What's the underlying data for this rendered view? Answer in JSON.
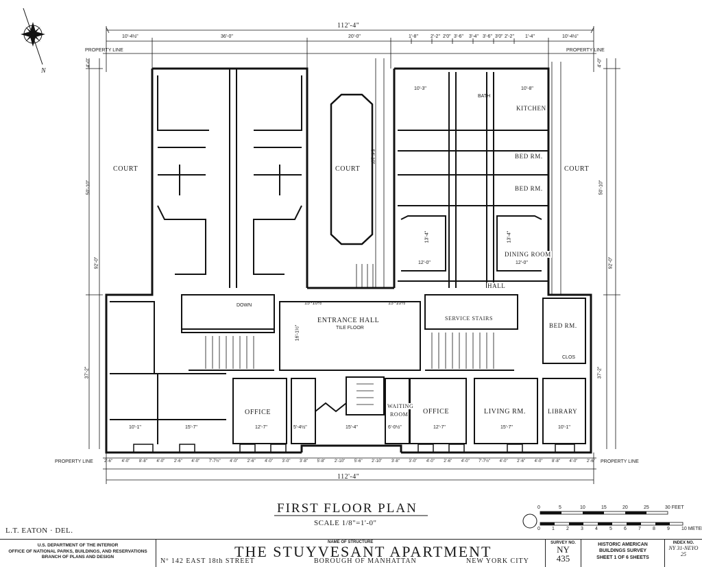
{
  "drawing": {
    "dimensions": {
      "overall_width": "112'-4\"",
      "top_segments": [
        "10'-4½\"",
        "36'-0\"",
        "20'-0\"",
        "1'-8\"",
        "2'-2\"",
        "2'0\"",
        "3'-6\"",
        "3'-4\"",
        "3'-6\"",
        "3'0\"",
        "2'-2\"",
        "1'-4\"",
        "10'-4½\""
      ],
      "left_depth_upper": "50'-10\"",
      "left_depth_lower": "37'-2\"",
      "left_depth_mid": "92'-0\"",
      "left_top_offset": "4'-0\"",
      "right_top_offset": "4'-0\"",
      "court_center_length": "54'-10\"",
      "right_depth_upper": "50'-10\"",
      "right_depth_mid": "92'-0\"",
      "right_depth_lower": "37'-2\"",
      "bottom_overall": "112'-4\""
    },
    "labels": {
      "property_line_top_left": "PROPERTY LINE",
      "property_line_top_right": "PROPERTY LINE",
      "property_line_bottom_left": "PROPERTY LINE",
      "property_line_bottom_right": "PROPERTY LINE",
      "north": "N",
      "court_left": "COURT",
      "court_center": "COURT",
      "court_right": "COURT",
      "entrance_hall": "ENTRANCE HALL",
      "tile_floor": "TILE FLOOR",
      "kitchen": "KITCHEN",
      "bath": "BATH",
      "bed_rm_1": "BED RM.",
      "bed_rm_2": "BED RM.",
      "bed_rm_3": "BED RM.",
      "dining_room": "DINING ROOM",
      "hall": "HALL",
      "service_stairs": "SERVICE STAIRS",
      "office_left": "OFFICE",
      "office_right": "OFFICE",
      "waiting_room_1": "WAITING",
      "waiting_room_2": "ROOM",
      "living_rm": "LIVING RM.",
      "library": "LIBRARY",
      "down": "DOWN",
      "clos": "CLOS",
      "dim_entrance_depth": "16'-1½\"",
      "dim_15_10a": "15'-10½\"",
      "dim_15_10b": "15'-10½\"",
      "dim_10_1": "10'-1\"",
      "dim_15_7a": "15'-7\"",
      "dim_12_7a": "12'-7\"",
      "dim_5_4": "5'-4½\"",
      "dim_15_4": "15'-4\"",
      "dim_6_0": "6'-0½\"",
      "dim_12_7b": "12'-7\"",
      "dim_15_7b": "15'-7\"",
      "dim_10_1b": "10'-1\"",
      "dim_10_3a": "10'-3\"",
      "dim_10_8": "10'-8\"",
      "dim_12_0a": "12'-0\"",
      "dim_12_0b": "12'-0\"",
      "dim_13_4a": "13'-4\"",
      "dim_13_4b": "13'-4\"",
      "dim_bottom_segments": [
        "2'-6\"",
        "4'-0\"",
        "8'-8\"",
        "4'-0\"",
        "2'-6\"",
        "4'-0\"",
        "7'-7½\"",
        "4'-0\"",
        "2'-6\"",
        "4'-0\"",
        "3'-0\"",
        "3'-8\"",
        "5'-8\"",
        "2'-10\"",
        "5'-6\"",
        "2'-10\"",
        "3'-8\"",
        "3'-0\"",
        "4'-0\"",
        "2'-6\"",
        "4'-0\"",
        "7'-7½\"",
        "4'-0\"",
        "2'-6\"",
        "4'-0\"",
        "8'-8\"",
        "4'-0\"",
        "2'-6\""
      ]
    },
    "plan_title": "FIRST FLOOR PLAN",
    "plan_scale": "SCALE 1/8\"=1'-0\"",
    "delineator": "L.T. EATON · DEL.",
    "scale_bar": {
      "feet_ticks": [
        "0",
        "5",
        "10",
        "15",
        "20",
        "25",
        "30 FEET"
      ],
      "meter_ticks": [
        "0",
        "1",
        "2",
        "3",
        "4",
        "5",
        "6",
        "7",
        "8",
        "9",
        "10 METERS"
      ]
    }
  },
  "title_block": {
    "agency_line1": "U.S. DEPARTMENT OF THE INTERIOR",
    "agency_line2": "OFFICE OF NATIONAL PARKS, BUILDINGS, AND RESERVATIONS",
    "agency_line3": "BRANCH OF PLANS AND DESIGN",
    "name_caption": "NAME OF STRUCTURE",
    "structure_name": "THE  STUYVESANT  APARTMENT",
    "address": "Nº 142  EAST  18th  STREET",
    "borough": "BOROUGH  OF  MANHATTAN",
    "city": "NEW  YORK  CITY",
    "survey_caption": "SURVEY NO.",
    "survey_state": "NY",
    "survey_number": "435",
    "habs_line1": "HISTORIC AMERICAN",
    "habs_line2": "BUILDINGS SURVEY",
    "sheet_text": "SHEET  1  OF  6  SHEETS",
    "index_caption": "INDEX NO.",
    "index_value": "NY 31-NEYO 25"
  }
}
